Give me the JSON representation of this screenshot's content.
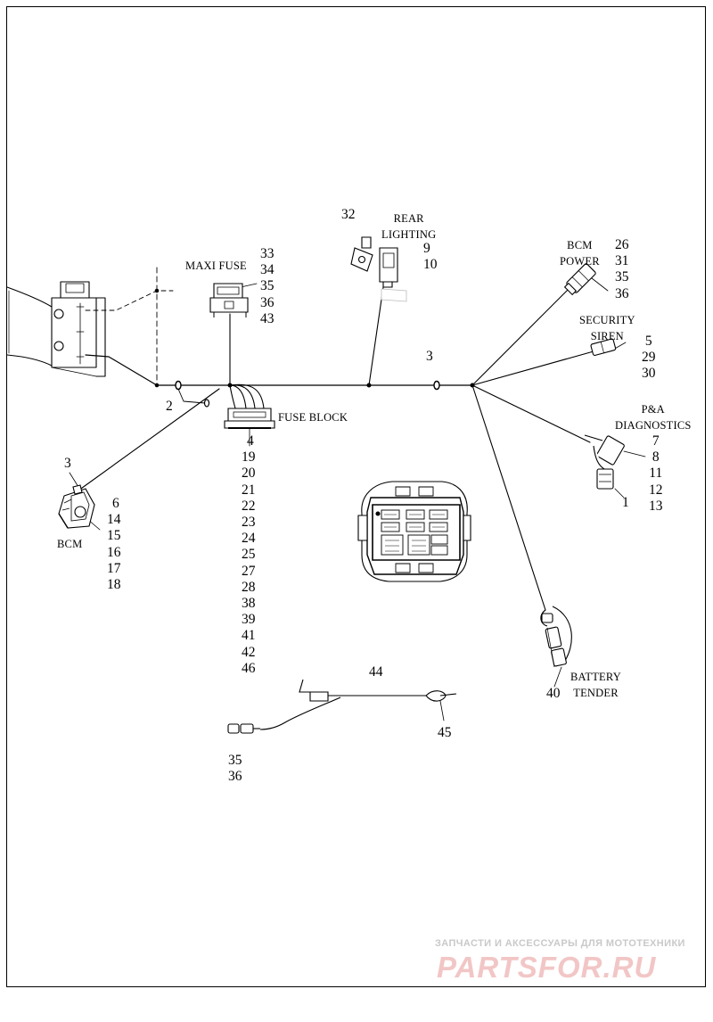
{
  "captions": {
    "maxi_fuse": "MAXI FUSE",
    "rear_lighting_1": "REAR",
    "rear_lighting_2": "LIGHTING",
    "bcm_power_1": "BCM",
    "bcm_power_2": "POWER",
    "security_siren_1": "SECURITY",
    "security_siren_2": "SIREN",
    "pa_diag_1": "P&A",
    "pa_diag_2": "DIAGNOSTICS",
    "fuse_block": "FUSE BLOCK",
    "bcm": "BCM",
    "battery_tender_1": "BATTERY",
    "battery_tender_2": "TENDER"
  },
  "callouts": {
    "maxi_fuse": [
      "33",
      "34",
      "35",
      "36",
      "43"
    ],
    "rear_lighting": [
      "9",
      "10"
    ],
    "bcm_power": [
      "26",
      "31",
      "35",
      "36"
    ],
    "security_siren": [
      "5",
      "29",
      "30"
    ],
    "pa_diag": [
      "7",
      "8",
      "11",
      "12",
      "13"
    ],
    "pa_diag_connector": "1",
    "fuse_block": [
      "4",
      "19",
      "20",
      "21",
      "22",
      "23",
      "24",
      "25",
      "27",
      "28",
      "38",
      "39",
      "41",
      "42",
      "46"
    ],
    "bcm": [
      "6",
      "14",
      "15",
      "16",
      "17",
      "18"
    ],
    "bcm_clip": "3",
    "harness_clip_left": "2",
    "harness_clip_right": "3",
    "rear_ground": "32",
    "battery_tender": "40",
    "extension_harness": "44",
    "ring_terminal": "45",
    "extension_connector": [
      "35",
      "36"
    ]
  },
  "watermark": {
    "line1": "ЗАПЧАСТИ И АКСЕССУАРЫ ДЛЯ МОТОТЕХНИКИ",
    "line2": "PARTSFOR.RU",
    "color": "#f2c6c6"
  }
}
